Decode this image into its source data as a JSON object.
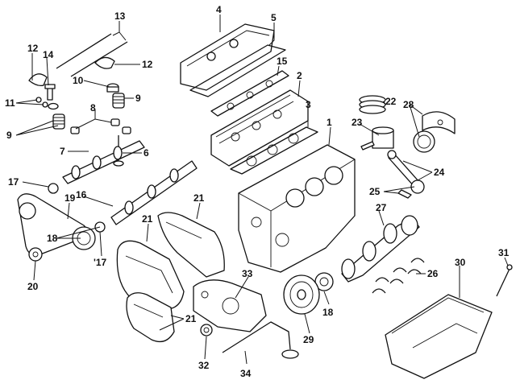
{
  "diagram": {
    "callouts": [
      {
        "id": "c1",
        "text": "1"
      },
      {
        "id": "c2",
        "text": "2"
      },
      {
        "id": "c3",
        "text": "3"
      },
      {
        "id": "c4",
        "text": "4"
      },
      {
        "id": "c5",
        "text": "5"
      },
      {
        "id": "c6",
        "text": "6"
      },
      {
        "id": "c7",
        "text": "7"
      },
      {
        "id": "c8",
        "text": "8"
      },
      {
        "id": "c9a",
        "text": "9"
      },
      {
        "id": "c9b",
        "text": "9"
      },
      {
        "id": "c10",
        "text": "10"
      },
      {
        "id": "c11",
        "text": "11"
      },
      {
        "id": "c12a",
        "text": "12"
      },
      {
        "id": "c12b",
        "text": "12"
      },
      {
        "id": "c13",
        "text": "13"
      },
      {
        "id": "c14",
        "text": "14"
      },
      {
        "id": "c15",
        "text": "15"
      },
      {
        "id": "c16",
        "text": "16"
      },
      {
        "id": "c17a",
        "text": "17"
      },
      {
        "id": "c17b",
        "text": "'17"
      },
      {
        "id": "c18a",
        "text": "18"
      },
      {
        "id": "c18b",
        "text": "18"
      },
      {
        "id": "c19",
        "text": "19"
      },
      {
        "id": "c20",
        "text": "20"
      },
      {
        "id": "c21a",
        "text": "21"
      },
      {
        "id": "c21b",
        "text": "21"
      },
      {
        "id": "c21c",
        "text": "21"
      },
      {
        "id": "c22",
        "text": "22"
      },
      {
        "id": "c23",
        "text": "23"
      },
      {
        "id": "c24",
        "text": "24"
      },
      {
        "id": "c25",
        "text": "25"
      },
      {
        "id": "c26",
        "text": "26"
      },
      {
        "id": "c27",
        "text": "27"
      },
      {
        "id": "c28",
        "text": "28"
      },
      {
        "id": "c29",
        "text": "29"
      },
      {
        "id": "c30",
        "text": "30"
      },
      {
        "id": "c31",
        "text": "31"
      },
      {
        "id": "c32",
        "text": "32"
      },
      {
        "id": "c33",
        "text": "33"
      },
      {
        "id": "c34",
        "text": "34"
      }
    ]
  }
}
